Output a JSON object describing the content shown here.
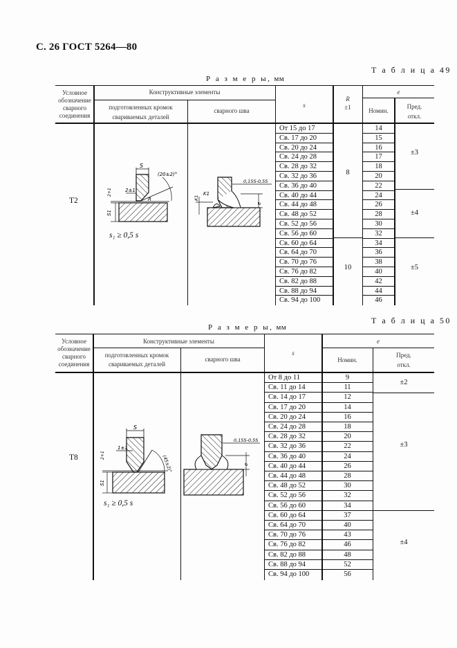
{
  "page_header": "С. 26 ГОСТ 5264—80",
  "table49": {
    "label": "Т а б л и ц а  49",
    "sizes_label": "Р а з м е р ы,",
    "sizes_unit": "мм",
    "headers": {
      "designation": [
        "Условное",
        "обозначение",
        "сварного",
        "соединения"
      ],
      "structural_elements": "Конструктивные элементы",
      "prepared_edges": [
        "подготовленных кромок",
        "свариваемых деталей"
      ],
      "weld": "сварного шва",
      "s": "s",
      "R": "R",
      "R_tol": "±1",
      "e": "e",
      "nominal": "Номин.",
      "tolerance": [
        "Пред.",
        "откл."
      ]
    },
    "joint": "Т2",
    "caption_formula": "s₁ ≥ 0,5 s",
    "drawing_labels": {
      "prep": [
        "S",
        "(20±2)°",
        "2±1",
        "R",
        "2+1",
        "S₁"
      ],
      "weld": [
        "0,15S–0,5S",
        "K₁",
        "K₁",
        "e"
      ]
    },
    "rows": [
      {
        "s": "От 15 до 17",
        "e_nom": "14"
      },
      {
        "s": "Св. 17 до 20",
        "e_nom": "15"
      },
      {
        "s": "Св. 20 до 24",
        "e_nom": "16"
      },
      {
        "s": "Св. 24 до 28",
        "e_nom": "17"
      },
      {
        "s": "Св. 28 до 32",
        "e_nom": "18"
      },
      {
        "s": "Св. 32 до 36",
        "e_nom": "20"
      },
      {
        "s": "Св. 36 до 40",
        "e_nom": "22"
      },
      {
        "s": "Св. 40 до 44",
        "e_nom": "24"
      },
      {
        "s": "Св. 44 до 48",
        "e_nom": "26"
      },
      {
        "s": "Св. 48 до 52",
        "e_nom": "28"
      },
      {
        "s": "Св. 52 до 56",
        "e_nom": "30"
      },
      {
        "s": "Св. 56 до 60",
        "e_nom": "32"
      },
      {
        "s": "Св. 60 до 64",
        "e_nom": "34"
      },
      {
        "s": "Св. 64 до 70",
        "e_nom": "36"
      },
      {
        "s": "Св. 70 до 76",
        "e_nom": "38"
      },
      {
        "s": "Св. 76 до 82",
        "e_nom": "40"
      },
      {
        "s": "Св. 82 до 88",
        "e_nom": "42"
      },
      {
        "s": "Св. 88 до 94",
        "e_nom": "44"
      },
      {
        "s": "Св. 94 до 100",
        "e_nom": "46"
      }
    ],
    "R_groups": [
      {
        "value": "8",
        "rows": "1-12"
      },
      {
        "value": "10",
        "rows": "13-19"
      }
    ],
    "tol_groups": [
      {
        "value": "±3",
        "rows": "1-7"
      },
      {
        "value": "±4",
        "rows": "8-12"
      },
      {
        "value": "±5",
        "rows": "13-19"
      }
    ]
  },
  "table50": {
    "label": "Т а б л и ц а  50",
    "sizes_label": "Р а з м е р ы,",
    "sizes_unit": "мм",
    "headers": {
      "designation": [
        "Условное",
        "обозначение",
        "сварного",
        "соединения"
      ],
      "structural_elements": "Конструктивные элементы",
      "prepared_edges": [
        "подготовленных кромок",
        "свариваемых деталей"
      ],
      "weld": "сварного шва",
      "s": "s",
      "e": "e",
      "nominal": "Номин.",
      "tolerance": [
        "Пред.",
        "откл."
      ]
    },
    "joint": "Т8",
    "caption_formula": "s₁ ≥ 0,5 s",
    "drawing_labels": {
      "prep": [
        "S",
        "1±1",
        "(45±2)°",
        "2+1",
        "S₁"
      ],
      "weld": [
        "0,15S–0,5S",
        "e"
      ]
    },
    "rows": [
      {
        "s": "От 8 до 11",
        "e_nom": "9"
      },
      {
        "s": "Св. 11 до 14",
        "e_nom": "11"
      },
      {
        "s": "Св. 14 до 17",
        "e_nom": "12"
      },
      {
        "s": "Св. 17 до 20",
        "e_nom": "14"
      },
      {
        "s": "Св. 20 до 24",
        "e_nom": "16"
      },
      {
        "s": "Св. 24 до 28",
        "e_nom": "18"
      },
      {
        "s": "Св. 28 до 32",
        "e_nom": "20"
      },
      {
        "s": "Св. 32 до 36",
        "e_nom": "22"
      },
      {
        "s": "Св. 36 до 40",
        "e_nom": "24"
      },
      {
        "s": "Св. 40 до 44",
        "e_nom": "26"
      },
      {
        "s": "Св. 44 до 48",
        "e_nom": "28"
      },
      {
        "s": "Св. 48 до 52",
        "e_nom": "30"
      },
      {
        "s": "Св. 52 до 56",
        "e_nom": "32"
      },
      {
        "s": "Св. 56 до 60",
        "e_nom": "34"
      },
      {
        "s": "Св. 60 до 64",
        "e_nom": "37"
      },
      {
        "s": "Св. 64 до 70",
        "e_nom": "40"
      },
      {
        "s": "Св. 70 до 76",
        "e_nom": "43"
      },
      {
        "s": "Св. 76 до 82",
        "e_nom": "46"
      },
      {
        "s": "Св. 82 до 88",
        "e_nom": "48"
      },
      {
        "s": "Св. 88 до 94",
        "e_nom": "52"
      },
      {
        "s": "Св. 94 до 100",
        "e_nom": "56"
      }
    ],
    "tol_groups": [
      {
        "value": "±2",
        "rows": "1-2"
      },
      {
        "value": "±3",
        "rows": "3-14"
      },
      {
        "value": "±4",
        "rows": "15-21"
      }
    ]
  }
}
